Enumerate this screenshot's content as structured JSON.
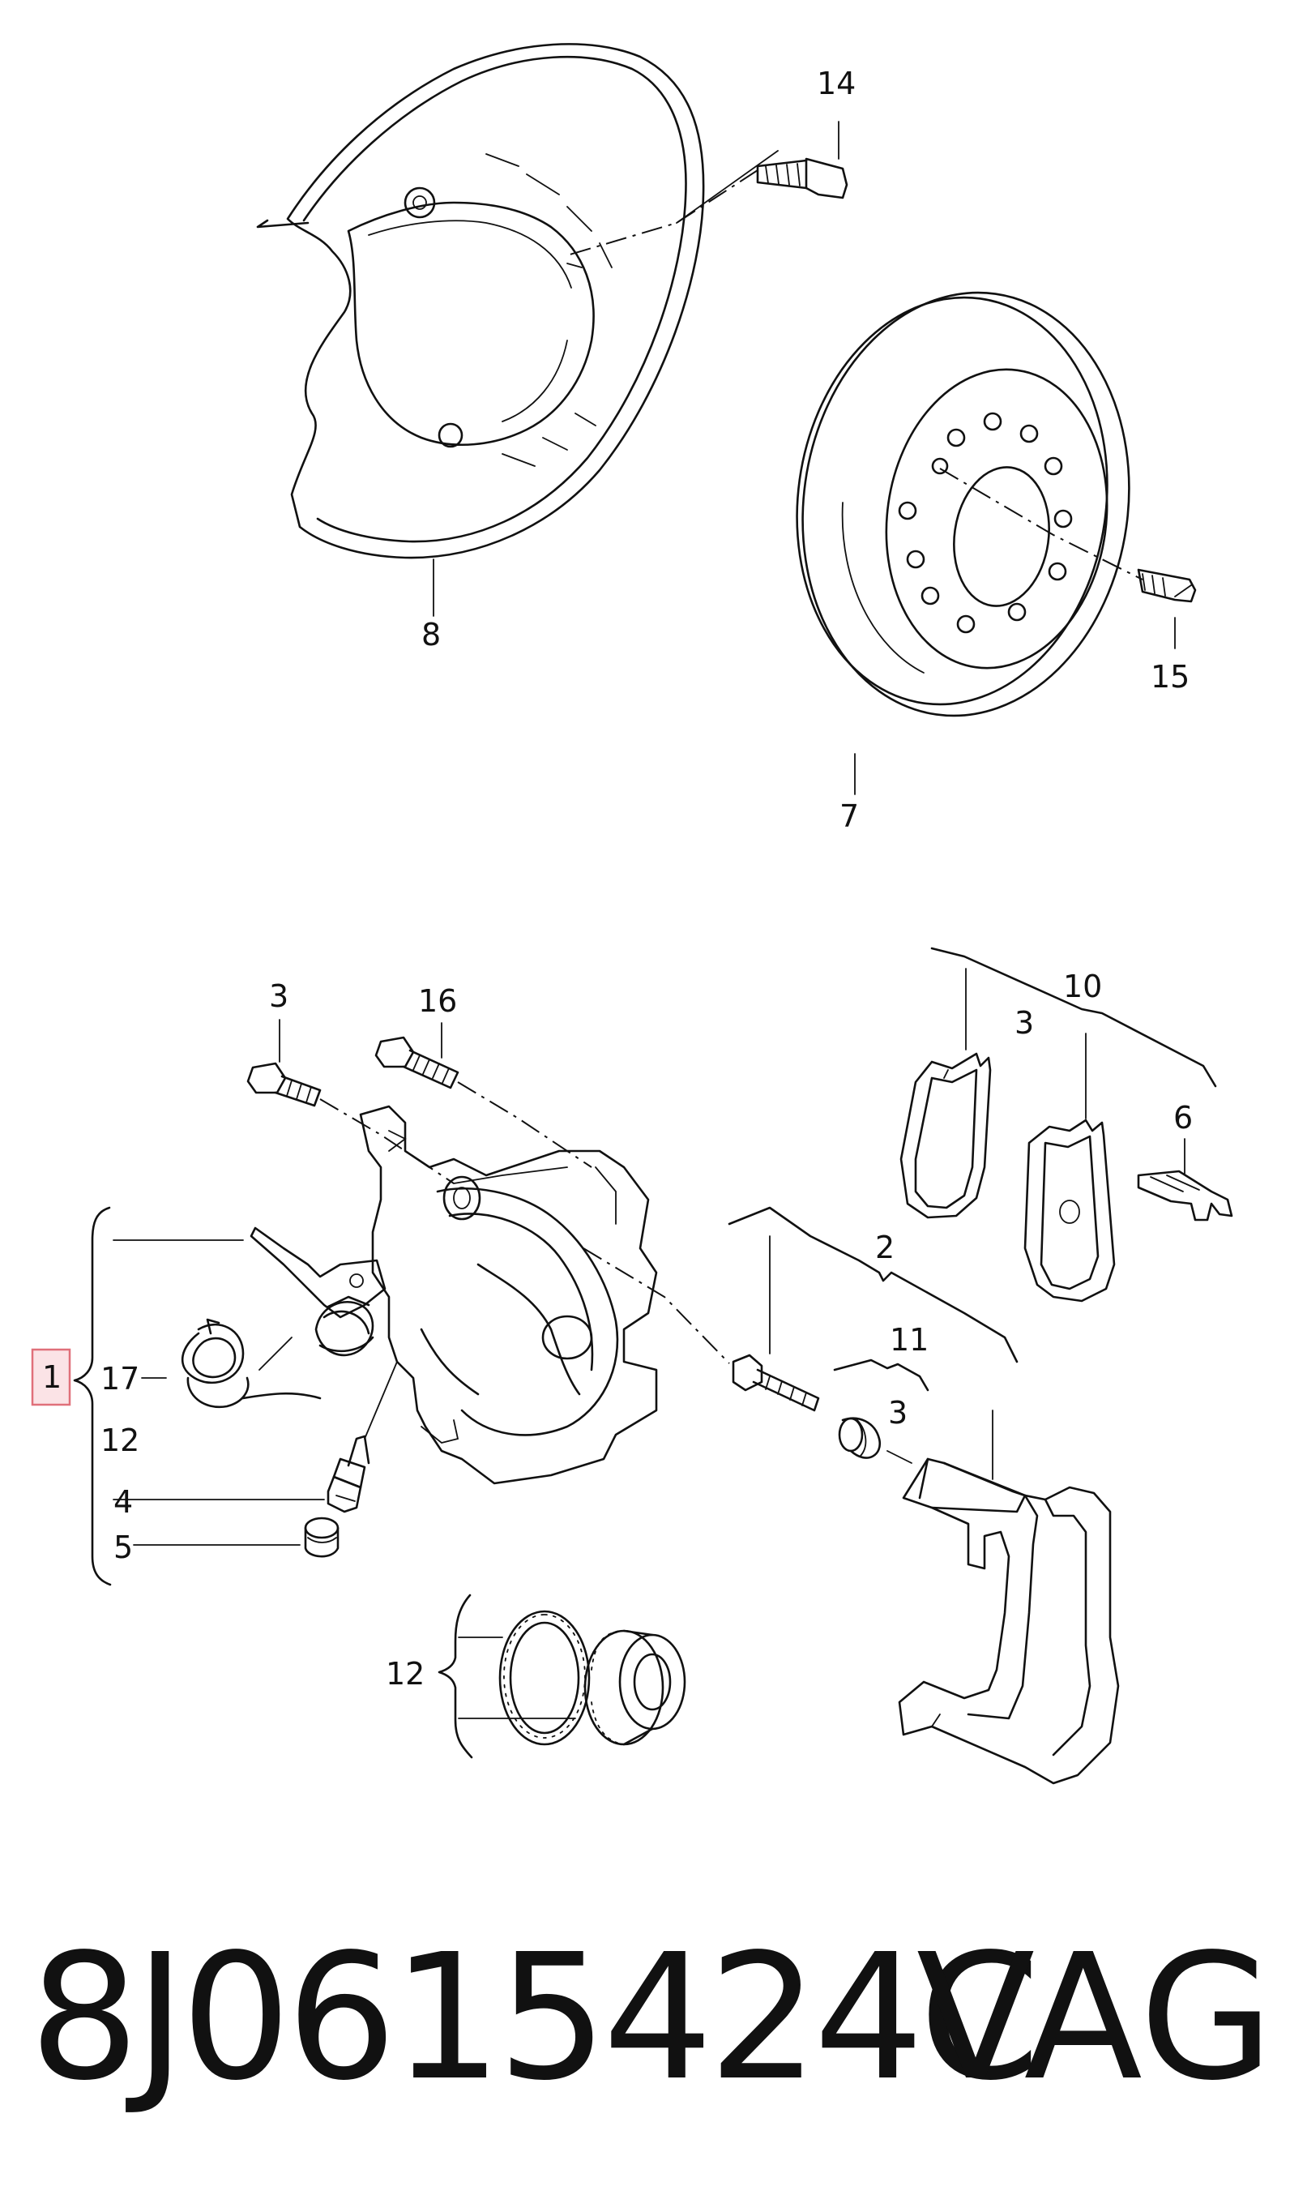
{
  "callouts": [
    {
      "id": "c14",
      "text": "14"
    },
    {
      "id": "c8",
      "text": "8"
    },
    {
      "id": "c15",
      "text": "15"
    },
    {
      "id": "c7",
      "text": "7"
    },
    {
      "id": "c3a",
      "text": "3"
    },
    {
      "id": "c16",
      "text": "16"
    },
    {
      "id": "c10",
      "text": "10"
    },
    {
      "id": "c3b",
      "text": "3"
    },
    {
      "id": "c6",
      "text": "6"
    },
    {
      "id": "c2",
      "text": "2"
    },
    {
      "id": "c11",
      "text": "11"
    },
    {
      "id": "c3c",
      "text": "3"
    },
    {
      "id": "c1",
      "text": "1"
    },
    {
      "id": "c17",
      "text": "17"
    },
    {
      "id": "c12a",
      "text": "12"
    },
    {
      "id": "c4",
      "text": "4"
    },
    {
      "id": "c5",
      "text": "5"
    },
    {
      "id": "c12b",
      "text": "12"
    }
  ],
  "highlight": {
    "callout": "1",
    "border_color": "#e0707a",
    "fill_color": "#fbe3e6"
  },
  "footer": {
    "part_number": "8J0615424C",
    "brand": "VAG"
  },
  "line_color": "#111111"
}
